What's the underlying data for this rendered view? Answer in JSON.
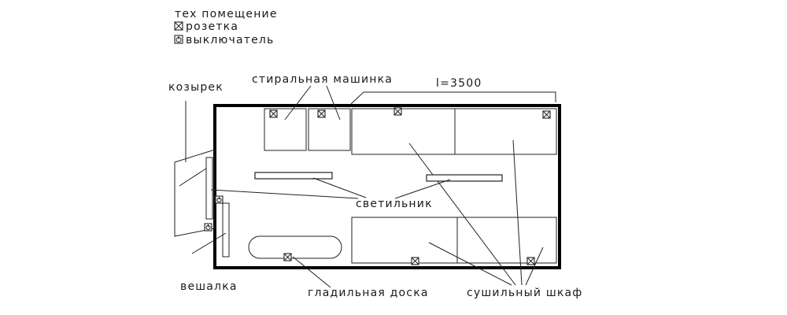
{
  "legend": {
    "title": "тех помещение",
    "socket_label": "розетка",
    "switch_label": "выключатель"
  },
  "labels": {
    "canopy": "козырек",
    "washing_machine": "стиральная машинка",
    "dimension": "l=3500",
    "lamp": "светильник",
    "hanger": "вешалка",
    "ironing_board": "гладильная доска",
    "drying_cabinet": "сушильный шкаф"
  },
  "icons": {
    "socket": "square-x-icon",
    "switch": "square-power-icon"
  }
}
